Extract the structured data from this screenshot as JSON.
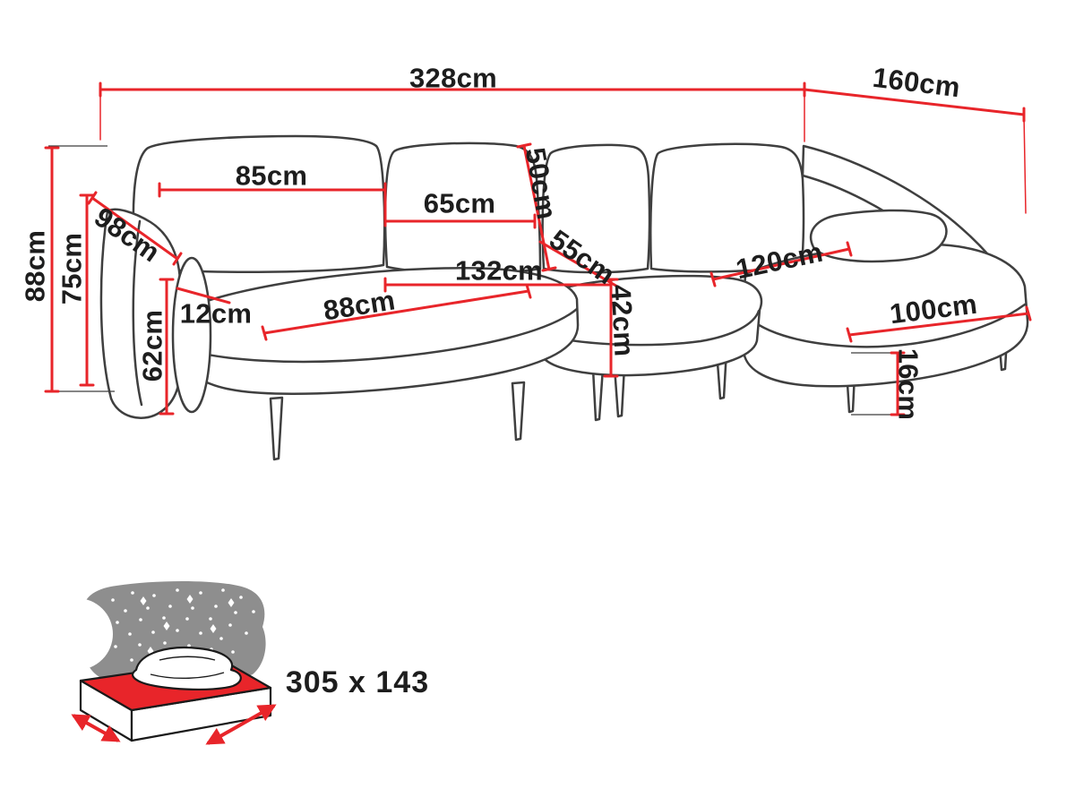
{
  "diagram": {
    "type": "sofa-dimension-drawing",
    "unit": "cm"
  },
  "dimensions": {
    "total_width": "328cm",
    "total_depth": "160cm",
    "total_height": "88cm",
    "backrest_height": "75cm",
    "armrest_depth": "98cm",
    "armrest_height": "62cm",
    "armrest_width": "12cm",
    "back_cushion_left": "85cm",
    "back_cushion_middle": "65cm",
    "back_cushion_height": "50cm",
    "seat_cushion_depth": "55cm",
    "seat_width_middle": "132cm",
    "seat_height": "42cm",
    "seat_width_left": "88cm",
    "chaise_width": "120cm",
    "chaise_length": "100cm",
    "leg_height": "16cm"
  },
  "sleeping_function": {
    "size": "305 x 143"
  },
  "colors": {
    "dimension_line": "#e8252a",
    "outline": "#3f3f3f",
    "icon_background": "#8e8e8e",
    "label_text": "#1d1d1d",
    "background": "#ffffff"
  }
}
